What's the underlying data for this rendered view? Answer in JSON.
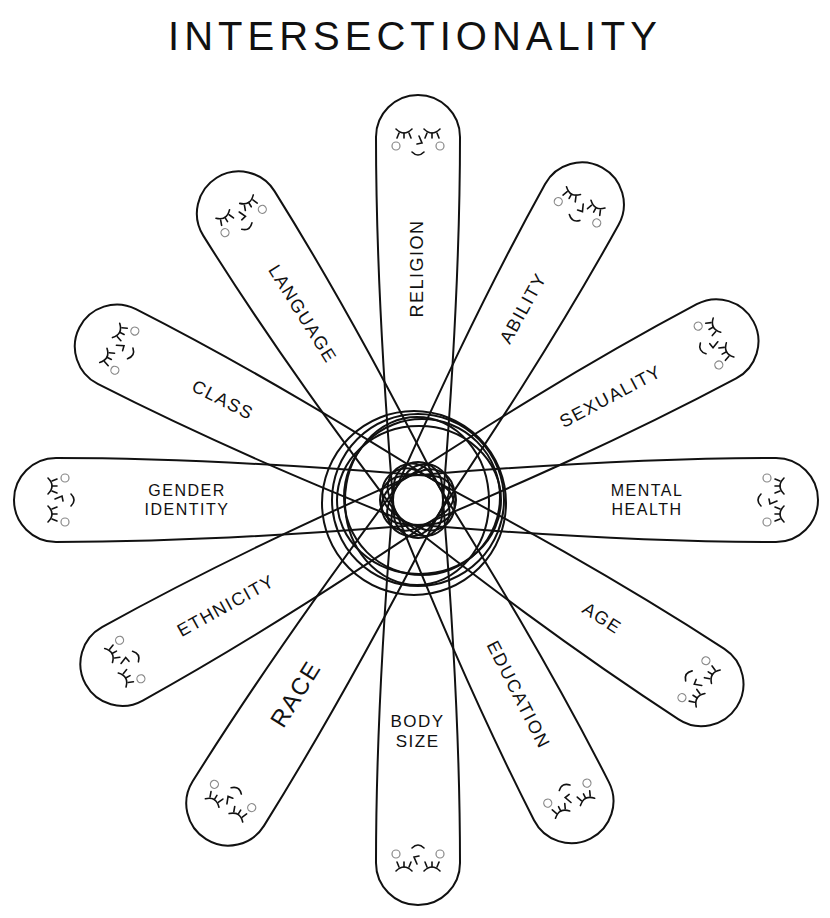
{
  "diagram": {
    "title": "INTERSECTIONALITY",
    "nodes": [
      {
        "text": [
          "RELIGION"
        ]
      },
      {
        "text": [
          "ABILITY"
        ]
      },
      {
        "text": [
          "SEXUALITY"
        ]
      },
      {
        "text": [
          "MENTAL HEALTH"
        ]
      },
      {
        "text": [
          "AGE"
        ]
      },
      {
        "text": [
          "EDUCATION"
        ]
      },
      {
        "text": [
          "BODY SIZE"
        ]
      },
      {
        "text": [
          "RACE"
        ]
      },
      {
        "text": [
          "ETHNICITY"
        ]
      },
      {
        "text": [
          "GENDER IDENTITY"
        ]
      },
      {
        "text": [
          "CLASS"
        ]
      },
      {
        "text": [
          "LANGUAGE"
        ]
      }
    ]
  }
}
